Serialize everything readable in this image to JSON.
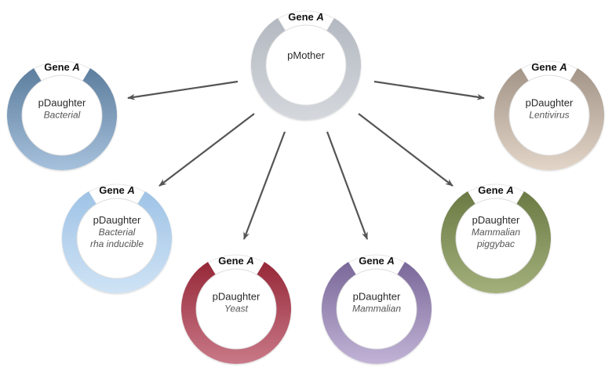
{
  "diagram": {
    "title": "pMother to pDaughter plasmid transfer",
    "gene_label": "Gene",
    "gene_letter": "A",
    "parent": {
      "id": "pmother",
      "name": "pMother",
      "subtitle": [],
      "color_top": "#b4b9c1",
      "color_bottom": "#d4d8dd"
    },
    "children": [
      {
        "id": "bacterial",
        "name": "pDaughter",
        "subtitle": [
          "Bacterial"
        ],
        "color_top": "#5d7e9e",
        "color_bottom": "#a6c1dc"
      },
      {
        "id": "lentivirus",
        "name": "pDaughter",
        "subtitle": [
          "Lentivirus"
        ],
        "color_top": "#a39587",
        "color_bottom": "#e2d5c8"
      },
      {
        "id": "bacterial-rha",
        "name": "pDaughter",
        "subtitle": [
          "Bacterial",
          "rha inducible"
        ],
        "color_top": "#9fc3e6",
        "color_bottom": "#cfe3f5"
      },
      {
        "id": "yeast",
        "name": "pDaughter",
        "subtitle": [
          "Yeast"
        ],
        "color_top": "#962838",
        "color_bottom": "#c97988"
      },
      {
        "id": "mammalian",
        "name": "pDaughter",
        "subtitle": [
          "Mammalian"
        ],
        "color_top": "#7a6899",
        "color_bottom": "#c1b3d6"
      },
      {
        "id": "mammalian-piggybac",
        "name": "pDaughter",
        "subtitle": [
          "Mammalian",
          "piggybac"
        ],
        "color_top": "#6b7a44",
        "color_bottom": "#a3b07c"
      }
    ],
    "arrow_color": "#555555"
  }
}
